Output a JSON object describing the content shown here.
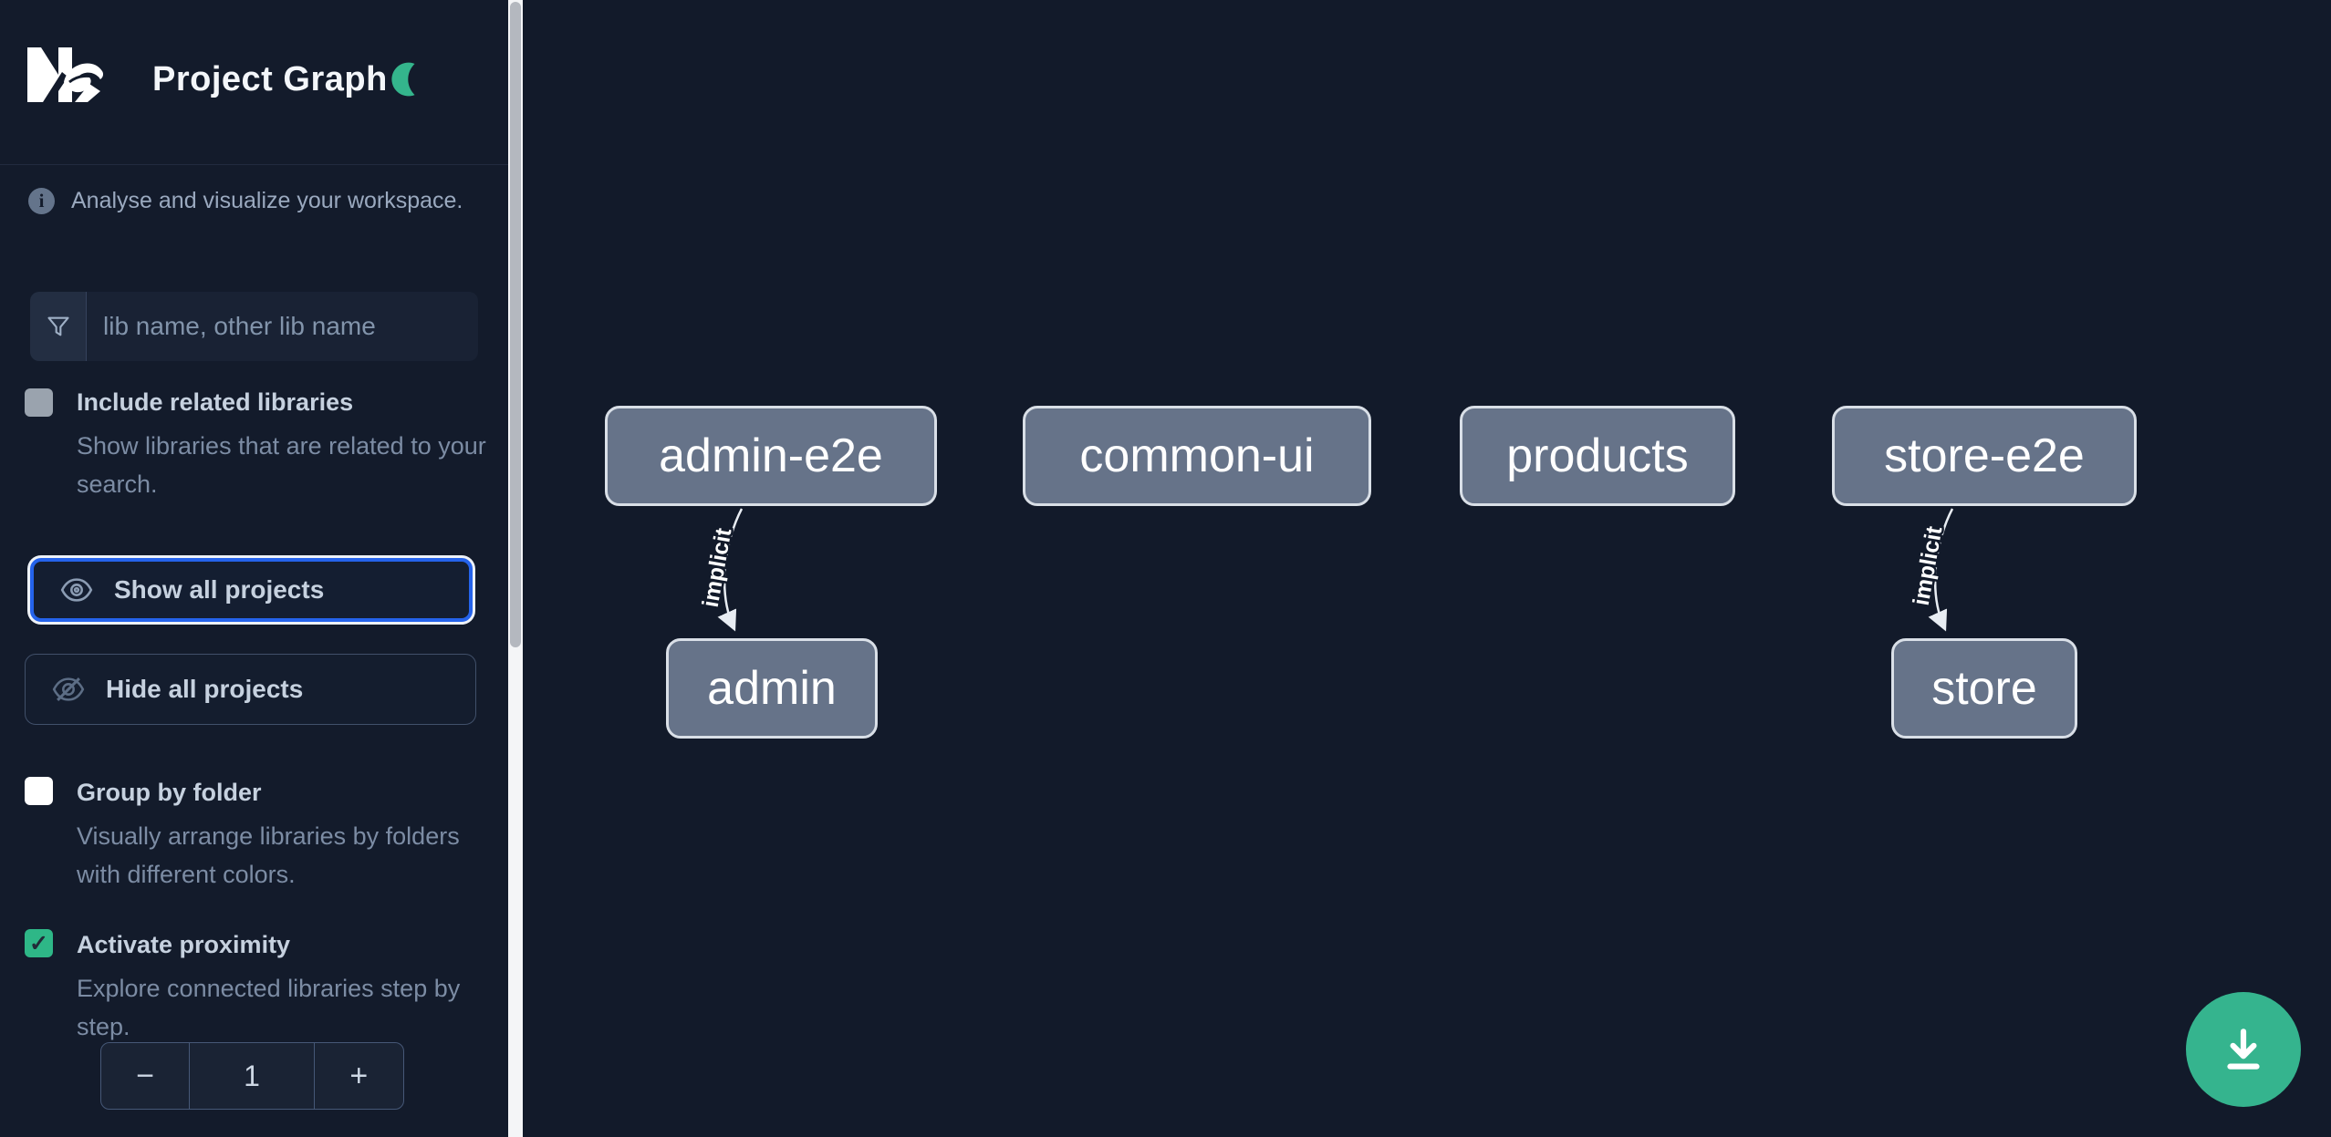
{
  "header": {
    "title": "Project Graph",
    "logo_alt": "Nx"
  },
  "sidebar": {
    "tagline": "Analyse and visualize your workspace.",
    "search_placeholder": "lib name, other lib name",
    "options": [
      {
        "label": "Include related libraries",
        "description": "Show libraries that are related to your search.",
        "checked": false,
        "disabled": true
      },
      {
        "label": "Group by folder",
        "description": "Visually arrange libraries by folders with different colors.",
        "checked": false
      },
      {
        "label": "Activate proximity",
        "description": "Explore connected libraries step by step.",
        "checked": true
      }
    ],
    "actions": [
      {
        "label": "Show all projects",
        "focused": true
      },
      {
        "label": "Hide all projects",
        "focused": false
      }
    ],
    "stepper": {
      "decrement": "−",
      "value": "1",
      "increment": "+"
    }
  },
  "graph": {
    "nodes": [
      {
        "label": "admin-e2e"
      },
      {
        "label": "common-ui"
      },
      {
        "label": "products"
      },
      {
        "label": "store-e2e"
      },
      {
        "label": "admin"
      },
      {
        "label": "store"
      }
    ],
    "edges": [
      {
        "from": "admin-e2e",
        "to": "admin",
        "label": "implicit"
      },
      {
        "from": "store-e2e",
        "to": "store",
        "label": "implicit"
      }
    ]
  },
  "icons": {
    "info_glyph": "i",
    "check_glyph": "✓"
  },
  "colors": {
    "accent_green": "#34b58c",
    "focus_blue": "#2563eb",
    "node_fill": "#667389",
    "node_border": "#d9dfe7",
    "edge": "#e8edf3",
    "background": "#121a2a"
  }
}
